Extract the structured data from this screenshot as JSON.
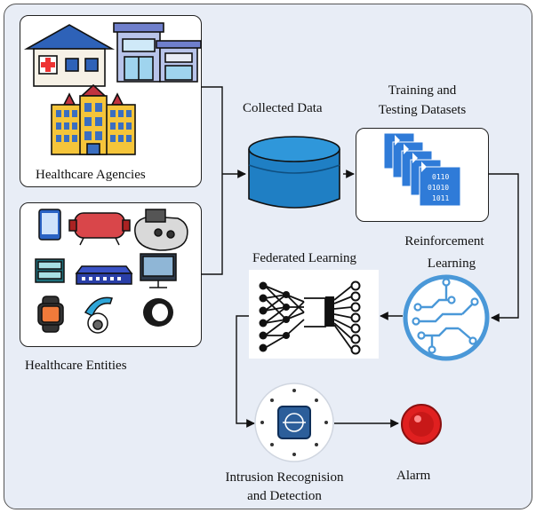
{
  "labels": {
    "healthcare_agencies": "Healthcare Agencies",
    "healthcare_entities": "Healthcare Entities",
    "collected_data": "Collected Data",
    "training_line1": "Training and",
    "training_line2": "Testing Datasets",
    "reinforcement_line1": "Reinforcement",
    "reinforcement_line2": "Learning",
    "federated_learning": "Federated Learning",
    "intrusion_line1": "Intrusion Recognision",
    "intrusion_line2": "and Detection",
    "alarm": "Alarm"
  },
  "binary_text": [
    "0110",
    "01010",
    "1011"
  ],
  "colors": {
    "background": "#e8edf6",
    "database_blue": "#1f7fc4",
    "dataset_blue": "#2f7bd8",
    "alarm_red": "#e02020",
    "connector": "#111111"
  },
  "icons": [
    "hospital-icon",
    "clinic-building-icon",
    "office-building-icon",
    "tablet-icon",
    "oxygen-tank-icon",
    "medical-device-icon",
    "monitor-icon",
    "network-switch-icon",
    "computer-display-icon",
    "smartwatch-icon",
    "security-camera-icon",
    "smart-ring-icon",
    "database-icon",
    "dataset-files-icon",
    "ai-circuit-icon",
    "neural-network-icon",
    "ids-sensor-icon",
    "alarm-icon"
  ]
}
